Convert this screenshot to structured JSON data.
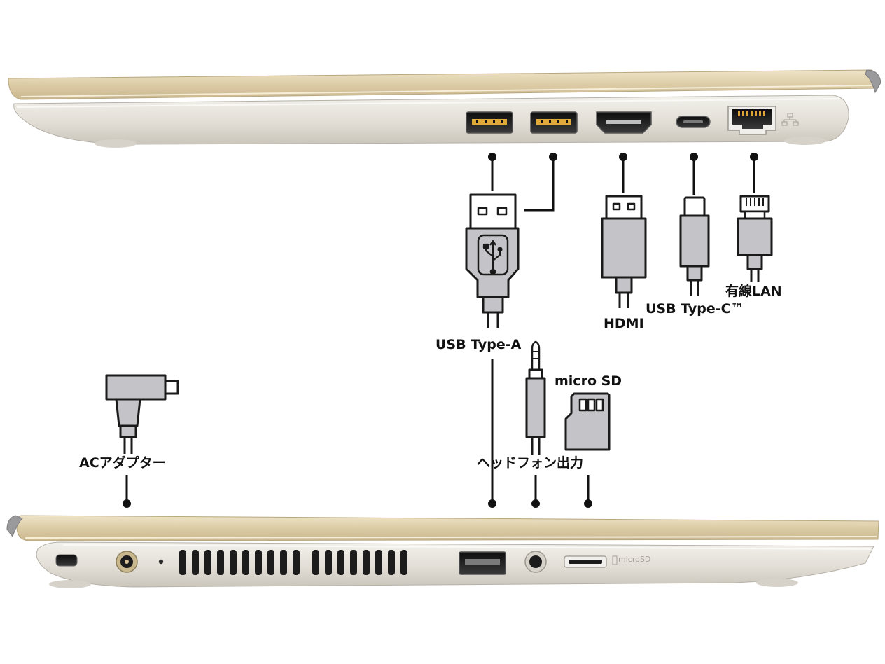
{
  "labels": {
    "usb_type_a": "USB Type-A",
    "hdmi": "HDMI",
    "usb_type_c": "USB Type-C™",
    "lan": "有線LAN",
    "ac_adapter": "ACアダプター",
    "headphone": "ヘッドフォン出力",
    "micro_sd": "micro SD",
    "micro_sd_slot_print": "microSD"
  },
  "icons": {
    "ethernet_port_mark": "ethernet-network-icon",
    "usb_trident": "usb-trident-icon",
    "micro_sd_card": "micro-sd-card-icon"
  },
  "colors": {
    "chassis_gold": "#d9c9a4",
    "chassis_gold_dark": "#bfae86",
    "chassis_silver": "#e4e1dc",
    "port_black": "#1c1c1c",
    "connector_gray": "#c4c4c8",
    "outline": "#1a1a1a"
  }
}
